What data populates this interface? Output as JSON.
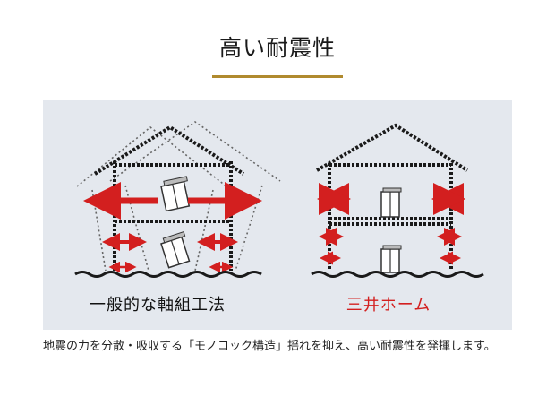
{
  "title": "高い耐震性",
  "labels": {
    "conventional": "一般的な軸組工法",
    "mitsui": "三井ホーム"
  },
  "caption": "地震の力を分散・吸収する「モノコック構造」揺れを抑え、高い耐震性を発揮します。",
  "colors": {
    "accent_gold": "#b08a2e",
    "arrow_red": "#d31f1f",
    "panel_bg": "#e4e8ee",
    "frame_dark": "#1a1a1a"
  },
  "icons": {
    "furniture": "cabinet-icon",
    "arrow": "force-arrow-icon"
  }
}
